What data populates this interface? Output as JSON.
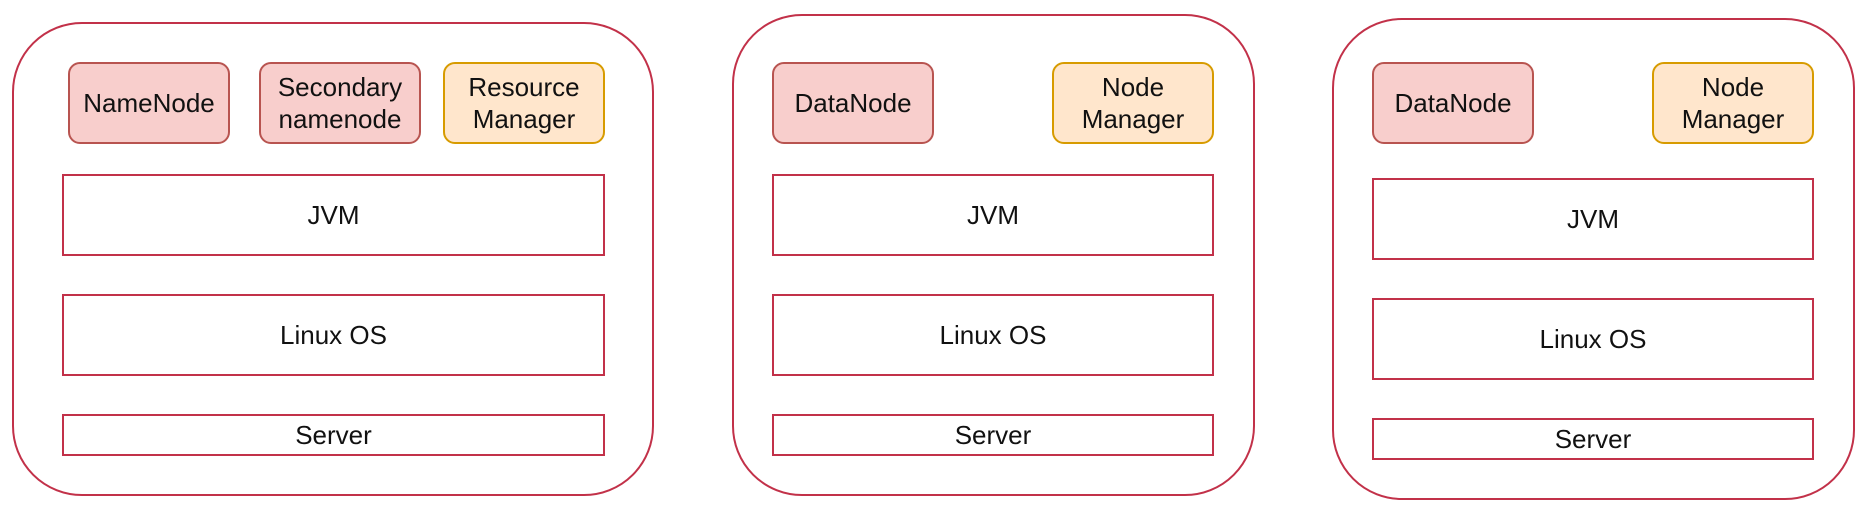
{
  "nodes": [
    {
      "services": [
        "NameNode",
        "Secondary\nnamenode",
        "Resource\nManager"
      ],
      "layers": [
        "JVM",
        "Linux OS",
        "Server"
      ]
    },
    {
      "services": [
        "DataNode",
        "Node\nManager"
      ],
      "layers": [
        "JVM",
        "Linux OS",
        "Server"
      ]
    },
    {
      "services": [
        "DataNode",
        "Node\nManager"
      ],
      "layers": [
        "JVM",
        "Linux OS",
        "Server"
      ]
    }
  ],
  "colors": {
    "node_border": "#c23149",
    "hdfs_fill": "#f8cecc",
    "hdfs_border": "#b85450",
    "yarn_fill": "#ffe6cc",
    "yarn_border": "#d79b00"
  }
}
